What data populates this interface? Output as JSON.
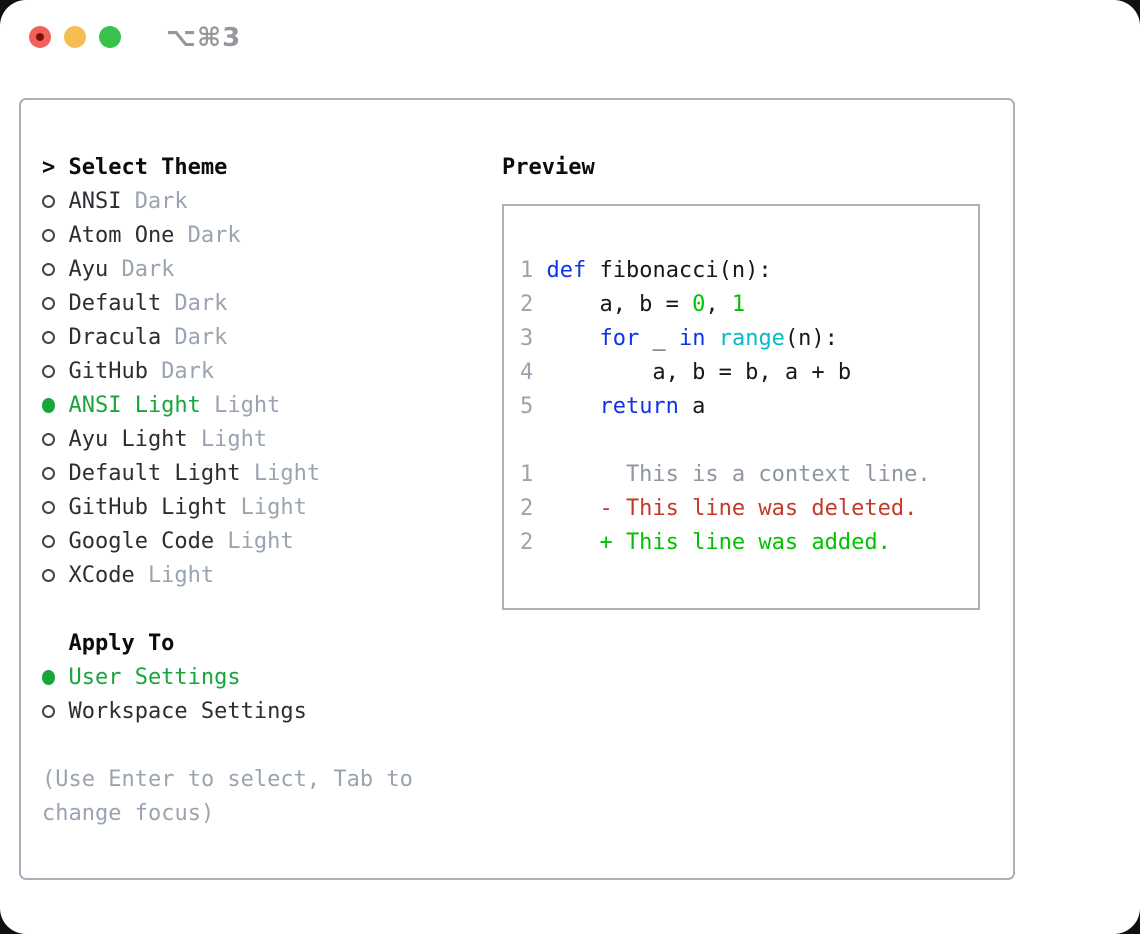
{
  "window": {
    "title": "⌥⌘3"
  },
  "colors": {
    "ui_green": "#18a53a",
    "code_green": "#00c200",
    "keyword_blue": "#0e34e8",
    "builtin_cyan": "#00bdc7",
    "deleted_red": "#c43a28",
    "muted_gray": "#9aa4b0",
    "context_gray": "#8d96a2",
    "text_dark": "#2b2e33",
    "heading_black": "#0b0c0e",
    "border_gray": "#a9b1ba"
  },
  "theme_panel": {
    "header": {
      "marker": ">",
      "label": "Select Theme"
    },
    "themes": [
      {
        "name": "ANSI",
        "tag": "Dark",
        "selected": false
      },
      {
        "name": "Atom One",
        "tag": "Dark",
        "selected": false
      },
      {
        "name": "Ayu",
        "tag": "Dark",
        "selected": false
      },
      {
        "name": "Default",
        "tag": "Dark",
        "selected": false
      },
      {
        "name": "Dracula",
        "tag": "Dark",
        "selected": false
      },
      {
        "name": "GitHub",
        "tag": "Dark",
        "selected": false
      },
      {
        "name": "ANSI Light",
        "tag": "Light",
        "selected": true
      },
      {
        "name": "Ayu Light",
        "tag": "Light",
        "selected": false
      },
      {
        "name": "Default Light",
        "tag": "Light",
        "selected": false
      },
      {
        "name": "GitHub Light",
        "tag": "Light",
        "selected": false
      },
      {
        "name": "Google Code",
        "tag": "Light",
        "selected": false
      },
      {
        "name": "XCode",
        "tag": "Light",
        "selected": false
      }
    ],
    "apply_to": {
      "label": "Apply To",
      "options": [
        {
          "name": "User Settings",
          "selected": true
        },
        {
          "name": "Workspace Settings",
          "selected": false
        }
      ]
    },
    "hint_lines": [
      "(Use Enter to select, Tab to",
      "change focus)"
    ]
  },
  "preview": {
    "label": "Preview",
    "code_lines": [
      {
        "num": "1",
        "tokens": [
          {
            "text": "def",
            "style": "keyword"
          },
          {
            "text": " fibonacci(n):",
            "style": "plain"
          }
        ]
      },
      {
        "num": "2",
        "tokens": [
          {
            "text": "    a, b = ",
            "style": "plain"
          },
          {
            "text": "0",
            "style": "number"
          },
          {
            "text": ", ",
            "style": "plain"
          },
          {
            "text": "1",
            "style": "number"
          }
        ]
      },
      {
        "num": "3",
        "tokens": [
          {
            "text": "    ",
            "style": "plain"
          },
          {
            "text": "for",
            "style": "keyword"
          },
          {
            "text": " _ ",
            "style": "plain"
          },
          {
            "text": "in",
            "style": "keyword"
          },
          {
            "text": " ",
            "style": "plain"
          },
          {
            "text": "range",
            "style": "builtin"
          },
          {
            "text": "(n):",
            "style": "plain"
          }
        ]
      },
      {
        "num": "4",
        "tokens": [
          {
            "text": "        a, b = b, a + b",
            "style": "plain"
          }
        ]
      },
      {
        "num": "5",
        "tokens": [
          {
            "text": "    ",
            "style": "plain"
          },
          {
            "text": "return",
            "style": "keyword"
          },
          {
            "text": " a",
            "style": "plain"
          }
        ]
      },
      {
        "num": "",
        "tokens": []
      },
      {
        "num": "1",
        "tokens": [
          {
            "text": "      This is a context line.",
            "style": "context"
          }
        ]
      },
      {
        "num": "2",
        "tokens": [
          {
            "text": "    - This line was deleted.",
            "style": "deleted"
          }
        ]
      },
      {
        "num": "2",
        "tokens": [
          {
            "text": "    + This line was added.",
            "style": "added"
          }
        ]
      }
    ]
  }
}
